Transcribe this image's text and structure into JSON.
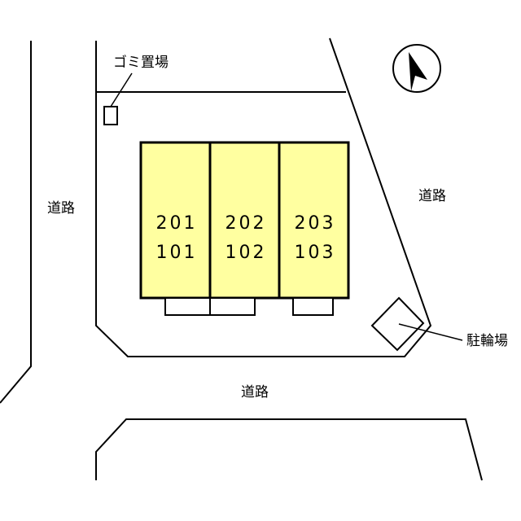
{
  "labels": {
    "garbage_area": "ゴミ置場",
    "road_west": "道路",
    "road_east": "道路",
    "road_south": "道路",
    "bicycle_parking": "駐輪場"
  },
  "units": [
    {
      "upper": "201",
      "lower": "101"
    },
    {
      "upper": "202",
      "lower": "102"
    },
    {
      "upper": "203",
      "lower": "103"
    }
  ],
  "colors": {
    "building_fill": "#FFFFA0",
    "line": "#000000",
    "background": "#FFFFFF"
  },
  "compass": {
    "icon": "north-arrow-icon"
  }
}
